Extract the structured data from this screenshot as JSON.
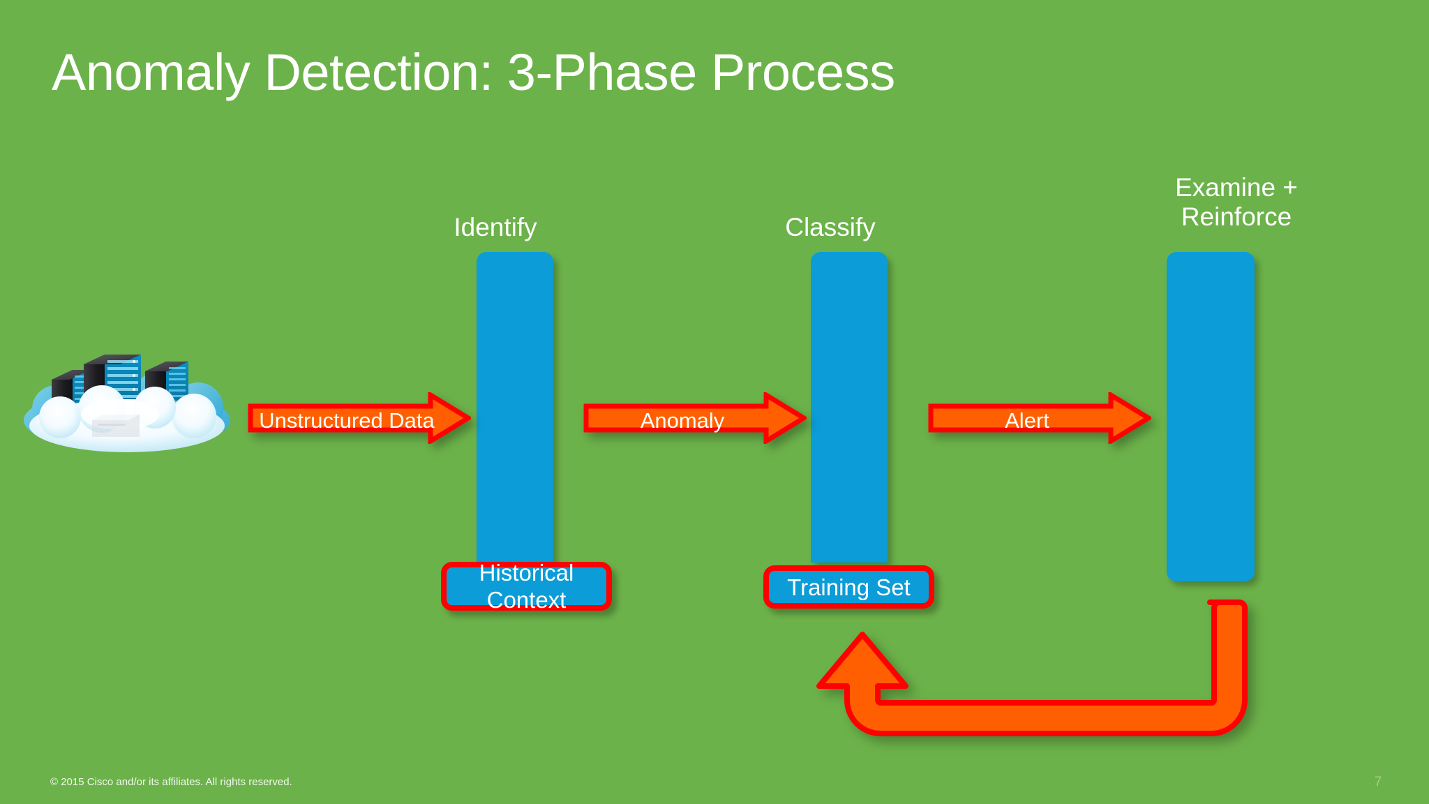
{
  "slide": {
    "title": "Anomaly Detection: 3-Phase Process",
    "background_color": "#6cb24a"
  },
  "colors": {
    "background_green": "#6cb24a",
    "bar_blue": "#0c9cd8",
    "arrow_orange": "#ff5f00",
    "arrow_border_red": "#ff0000",
    "text_white": "#ffffff",
    "page_number_green": "#9ed07f"
  },
  "phases": [
    {
      "label": "Identify",
      "bar_name": "identify-bar"
    },
    {
      "label": "Classify",
      "bar_name": "classify-bar"
    },
    {
      "label": "Examine +\nReinforce",
      "bar_name": "examine-reinforce-bar"
    }
  ],
  "flow_arrows": [
    {
      "label": "Unstructured Data",
      "from": "data-cloud",
      "to": "identify-bar"
    },
    {
      "label": "Anomaly",
      "from": "identify-bar",
      "to": "classify-bar"
    },
    {
      "label": "Alert",
      "from": "classify-bar",
      "to": "examine-reinforce-bar"
    }
  ],
  "data_boxes": [
    {
      "label": "Historical\nContext",
      "attached_to": "identify-bar"
    },
    {
      "label": "Training Set",
      "attached_to": "classify-bar"
    }
  ],
  "feedback_arrow": {
    "name": "feedback-loop-arrow",
    "from": "examine-reinforce-bar",
    "to": "training-set-box",
    "label": ""
  },
  "source_icon": {
    "name": "cloud-servers-icon",
    "description": "server racks on a cloud"
  },
  "footer": {
    "copyright": "© 2015 Cisco and/or its affiliates. All rights reserved.",
    "page_number": "7"
  }
}
